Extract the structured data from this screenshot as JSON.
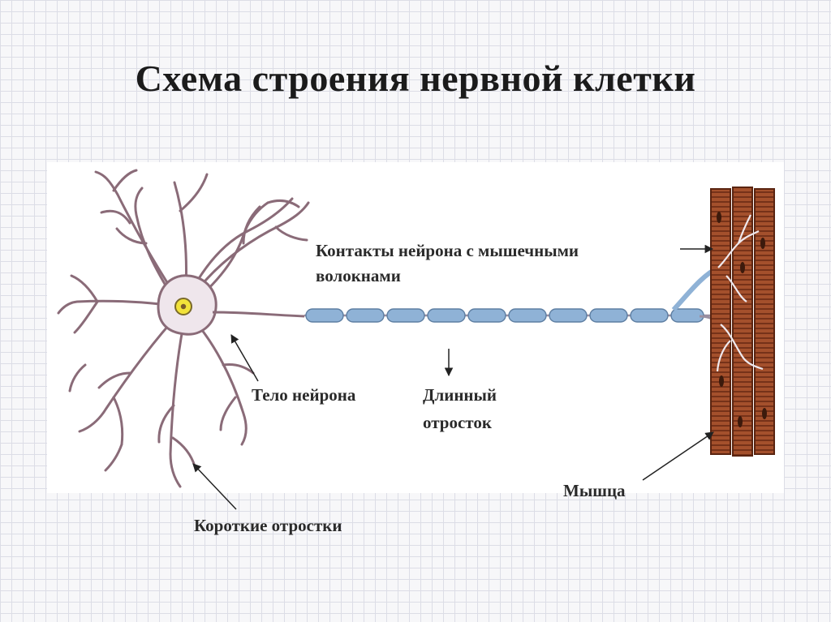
{
  "title": "Схема строения нервной клетки",
  "labels": {
    "contacts_line1": "Контакты нейрона с мышечными",
    "contacts_line2": "волокнами",
    "body": "Тело нейрона",
    "axon_line1": "Длинный",
    "axon_line2": "отросток",
    "muscle": "Мышца",
    "dendrites": "Короткие отростки"
  },
  "colors": {
    "dendrite": "#8a6b78",
    "nucleus": "#f2e23a",
    "myelin": "#8fb2d6",
    "muscle": "#a4502c"
  }
}
